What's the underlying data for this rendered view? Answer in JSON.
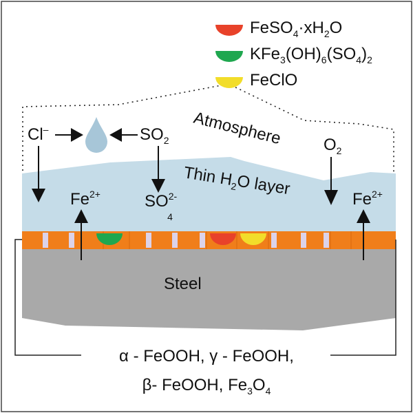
{
  "legend": {
    "items": [
      {
        "name": "FeSO4·xH2O",
        "color": "#e8422a",
        "parts": [
          [
            "FeSO",
            ""
          ],
          [
            "4",
            "sub"
          ],
          [
            "·xH",
            ""
          ],
          [
            "2",
            "sub"
          ],
          [
            "O",
            ""
          ]
        ]
      },
      {
        "name": "KFe3(OH)6(SO4)2",
        "color": "#1fa74f",
        "parts": [
          [
            "KFe",
            ""
          ],
          [
            "3",
            "sub"
          ],
          [
            "(OH)",
            ""
          ],
          [
            "6",
            "sub"
          ],
          [
            "(SO",
            ""
          ],
          [
            "4",
            "sub"
          ],
          [
            ")",
            ""
          ],
          [
            "2",
            "sub"
          ]
        ]
      },
      {
        "name": "FeClO",
        "color": "#f2dd2a",
        "parts": [
          [
            "FeClO",
            ""
          ]
        ]
      }
    ]
  },
  "labels": {
    "atmosphere": "Atmosphere",
    "water_layer": [
      [
        "Thin H",
        ""
      ],
      [
        "2",
        "sub"
      ],
      [
        "O layer",
        ""
      ]
    ],
    "steel": "Steel",
    "chloride": [
      [
        "Cl",
        ""
      ],
      [
        "–",
        "sup"
      ]
    ],
    "so2": [
      [
        "SO",
        ""
      ],
      [
        "2",
        "sub"
      ]
    ],
    "o2": [
      [
        "O",
        ""
      ],
      [
        "2",
        "sub"
      ]
    ],
    "sulfate": [
      [
        "SO",
        ""
      ],
      [
        "2-",
        "sup"
      ],
      [
        "4",
        "subx"
      ]
    ],
    "fe_left": [
      [
        "Fe",
        ""
      ],
      [
        "2+",
        "sup"
      ]
    ],
    "fe_right": [
      [
        "Fe",
        ""
      ],
      [
        "2+",
        "sup"
      ]
    ]
  },
  "products": {
    "line1": [
      [
        "α - FeOOH, γ - FeOOH,",
        ""
      ]
    ],
    "line2": [
      [
        "β- FeOOH, Fe",
        ""
      ],
      [
        "3",
        "sub"
      ],
      [
        "O",
        ""
      ],
      [
        "4",
        "sub"
      ]
    ]
  },
  "colors": {
    "water": "#c5dce8",
    "rust": "#f07e1a",
    "pores": "#dcd3ea",
    "steel": "#a9a9a9",
    "arrow": "#111111",
    "droplet": "#a7c6d8"
  }
}
